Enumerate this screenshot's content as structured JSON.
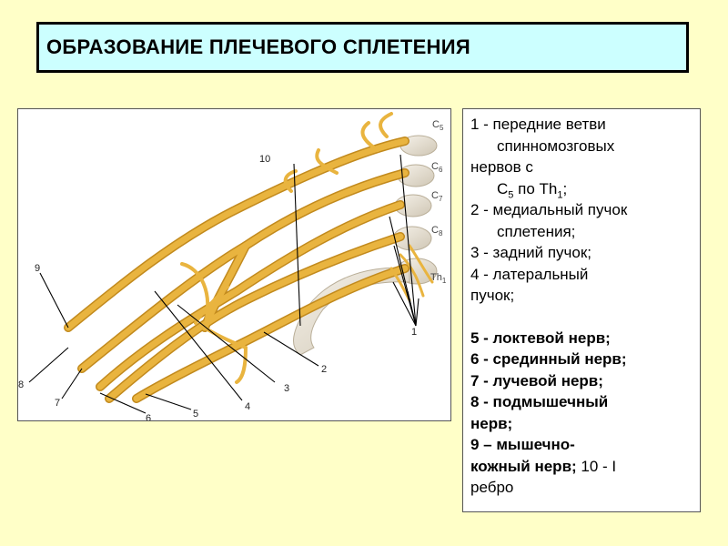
{
  "title": "ОБРАЗОВАНИЕ ПЛЕЧЕВОГО СПЛЕТЕНИЯ",
  "figure": {
    "labels": {
      "c5": {
        "letter": "C",
        "sub": "5"
      },
      "c6": {
        "letter": "C",
        "sub": "6"
      },
      "c7": {
        "letter": "C",
        "sub": "7"
      },
      "c8": {
        "letter": "C",
        "sub": "8"
      },
      "th1": {
        "letter": "Th",
        "sub": "1"
      },
      "n1": "1",
      "n2": "2",
      "n3": "3",
      "n4": "4",
      "n5": "5",
      "n6": "6",
      "n7": "7",
      "n8": "8",
      "n9": "9",
      "n10": "10"
    },
    "colors": {
      "nerve": "#e9b43f",
      "nerve_dark": "#c28a1d",
      "bone": "#eee8dc"
    }
  },
  "legend": {
    "l1a": "1 - передние ветви",
    "l1b": "спинномозговых",
    "l1c": "нервов с",
    "l1d_pre": "С",
    "l1d_sub": "5",
    "l1d_mid": " по Th",
    "l1d_sub2": "1",
    "l1d_post": ";",
    "l2a": "2 - медиальный пучок",
    "l2b": "сплетения;",
    "l3": "3 - задний пучок;",
    "l4a": "4 - латеральный",
    "l4b": "пучок;",
    "l5": "5 - локтевой нерв;",
    "l6": "6 - срединный нерв;",
    "l7": "7 - лучевой нерв;",
    "l8a": "8 - подмышечный",
    "l8b": "нерв;",
    "l9a": "9 – мышечно-",
    "l9b_bold": "кожный нерв;",
    "l9b_rest": " 10 - I",
    "l10": "ребро"
  }
}
